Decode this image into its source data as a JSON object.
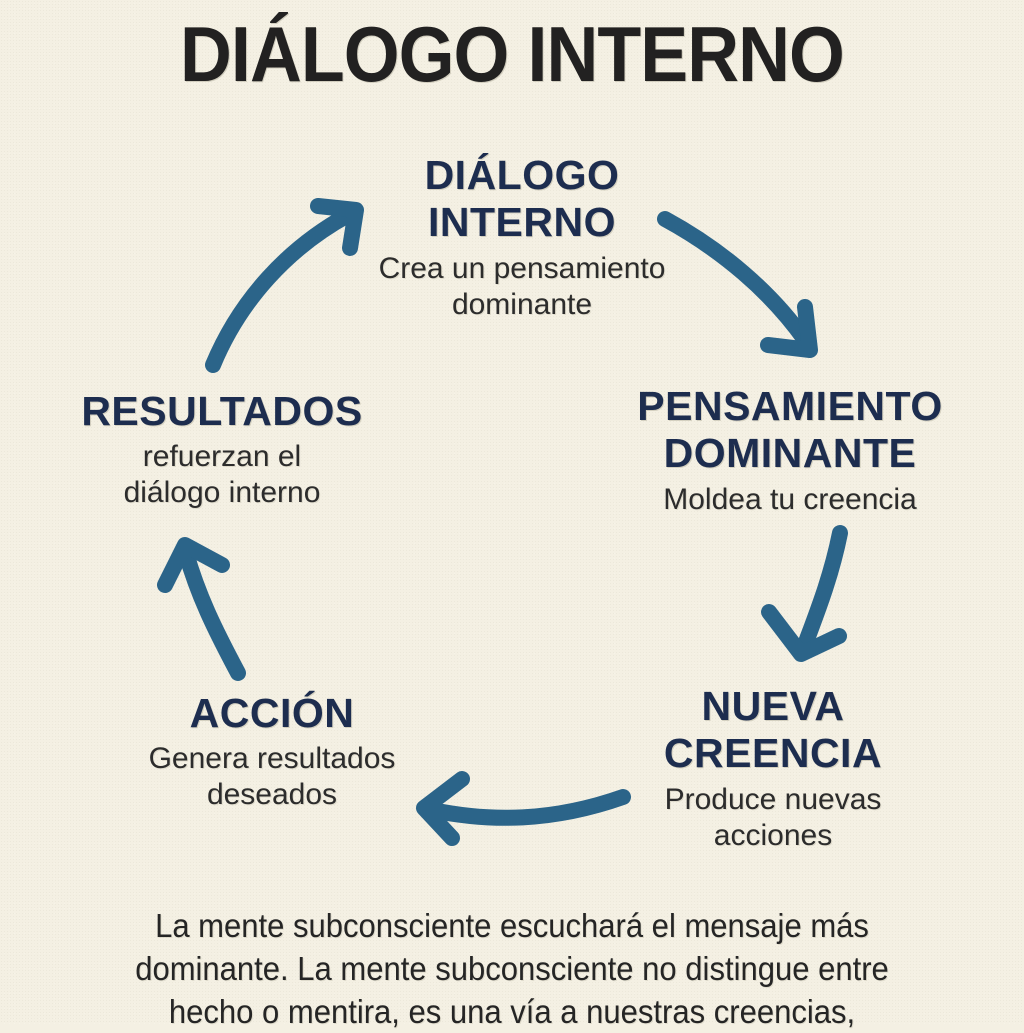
{
  "page": {
    "title": "DIÁLOGO INTERNO",
    "background_color": "#f4f0e3",
    "accent_color": "#2b6489",
    "heading_color": "#1d2d4f",
    "body_color": "#252525"
  },
  "cycle": {
    "nodes": [
      {
        "id": "dialogo-interno",
        "heading_line1": "DIÁLOGO",
        "heading_line2": "INTERNO",
        "subtitle_line1": "Crea un pensamiento",
        "subtitle_line2": "dominante"
      },
      {
        "id": "pensamiento-dominante",
        "heading_line1": "PENSAMIENTO",
        "heading_line2": "DOMINANTE",
        "subtitle_line1": "Moldea tu creencia",
        "subtitle_line2": ""
      },
      {
        "id": "nueva-creencia",
        "heading_line1": "NUEVA",
        "heading_line2": "CREENCIA",
        "subtitle_line1": "Produce nuevas",
        "subtitle_line2": "acciones"
      },
      {
        "id": "accion",
        "heading_line1": "ACCIÓN",
        "heading_line2": "",
        "subtitle_line1": "Genera resultados",
        "subtitle_line2": "deseados"
      },
      {
        "id": "resultados",
        "heading_line1": "RESULTADOS",
        "heading_line2": "",
        "subtitle_line1": "refuerzan el",
        "subtitle_line2": "diálogo interno"
      }
    ],
    "arrows": [
      {
        "id": "arrow-resultados-to-dialogo",
        "direction": "up-right"
      },
      {
        "id": "arrow-dialogo-to-pensamiento",
        "direction": "down-right"
      },
      {
        "id": "arrow-pensamiento-to-creencia",
        "direction": "down"
      },
      {
        "id": "arrow-creencia-to-accion",
        "direction": "left"
      },
      {
        "id": "arrow-accion-to-resultados",
        "direction": "up"
      }
    ]
  },
  "footer": {
    "line1": "La mente subconsciente escuchará el mensaje más",
    "line2": "dominante. La mente subconsciente no distingue entre",
    "line3": "hecho o mentira, es una vía a nuestras creencias,"
  }
}
